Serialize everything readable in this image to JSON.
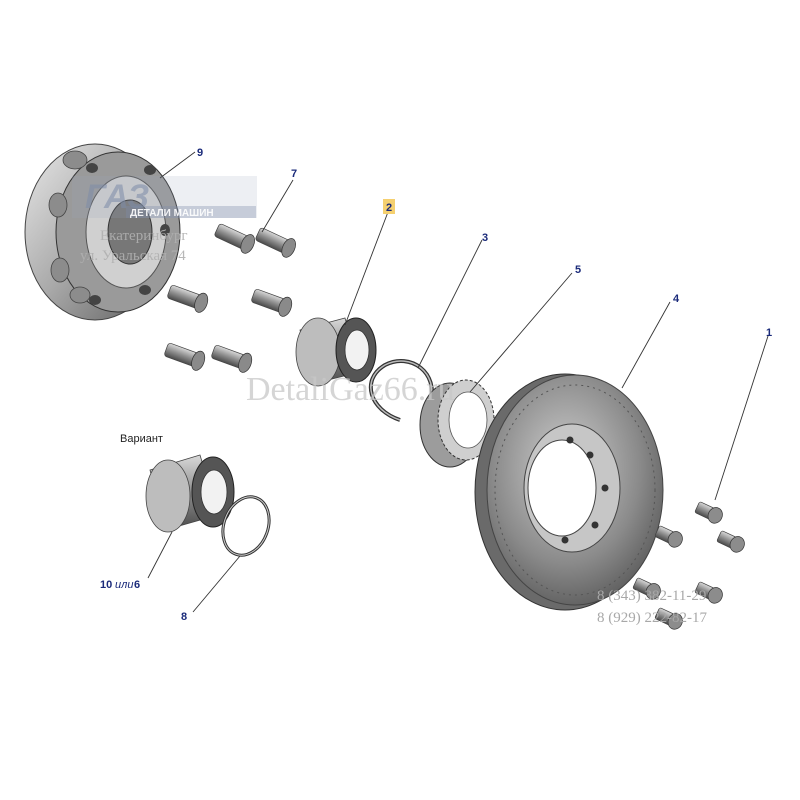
{
  "diagram": {
    "callouts": {
      "c1": "1",
      "c2": "2",
      "c3": "3",
      "c4": "4",
      "c5": "5",
      "c7": "7",
      "c8": "8",
      "c9": "9",
      "c10": "10",
      "c_ili": "или",
      "c6": "6"
    },
    "variant_label": "Вариант",
    "highlight_color": "#f5d070"
  },
  "watermark": {
    "logo_text": "ГАЗ",
    "logo_subtext": "ДЕТАЛИ МАШИН",
    "city": "Екатеринбург",
    "address": "ул. Уральская 74",
    "site": "DetaliGaz66.ru",
    "phone1": "8 (343) 382-11-29",
    "phone2": "8 (929) 222-82-17"
  }
}
